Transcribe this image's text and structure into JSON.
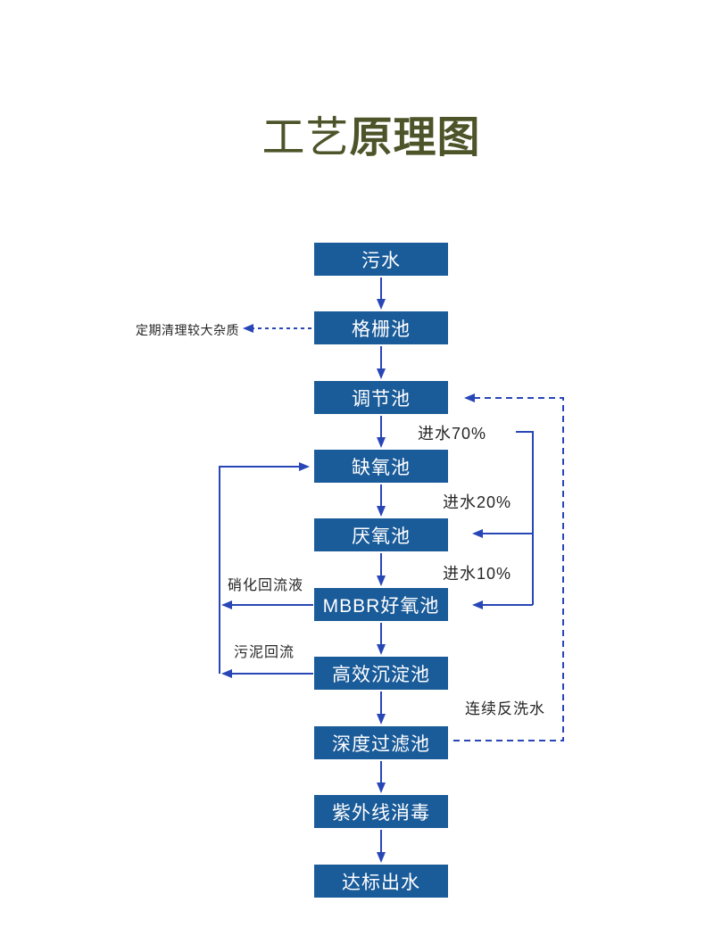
{
  "title": {
    "prefix": "工艺",
    "emphasis": "原理图"
  },
  "colors": {
    "box_fill": "#1a5b99",
    "box_text": "#ffffff",
    "line": "#2846b6",
    "title_text": "#4e5429",
    "label_text": "#262626"
  },
  "flow": {
    "boxes": [
      {
        "label": "污水"
      },
      {
        "label": "格栅池"
      },
      {
        "label": "调节池"
      },
      {
        "label": "缺氧池"
      },
      {
        "label": "厌氧池"
      },
      {
        "label": "MBBR好氧池"
      },
      {
        "label": "高效沉淀池"
      },
      {
        "label": "深度过滤池"
      },
      {
        "label": "紫外线消毒"
      },
      {
        "label": "达标出水"
      }
    ],
    "annotations": {
      "screen_note": "定期清理较大杂质",
      "inflow_70": "进水70%",
      "inflow_20": "进水20%",
      "inflow_10": "进水10%",
      "nitrification_return": "硝化回流液",
      "sludge_return": "污泥回流",
      "backwash": "连续反洗水"
    }
  }
}
